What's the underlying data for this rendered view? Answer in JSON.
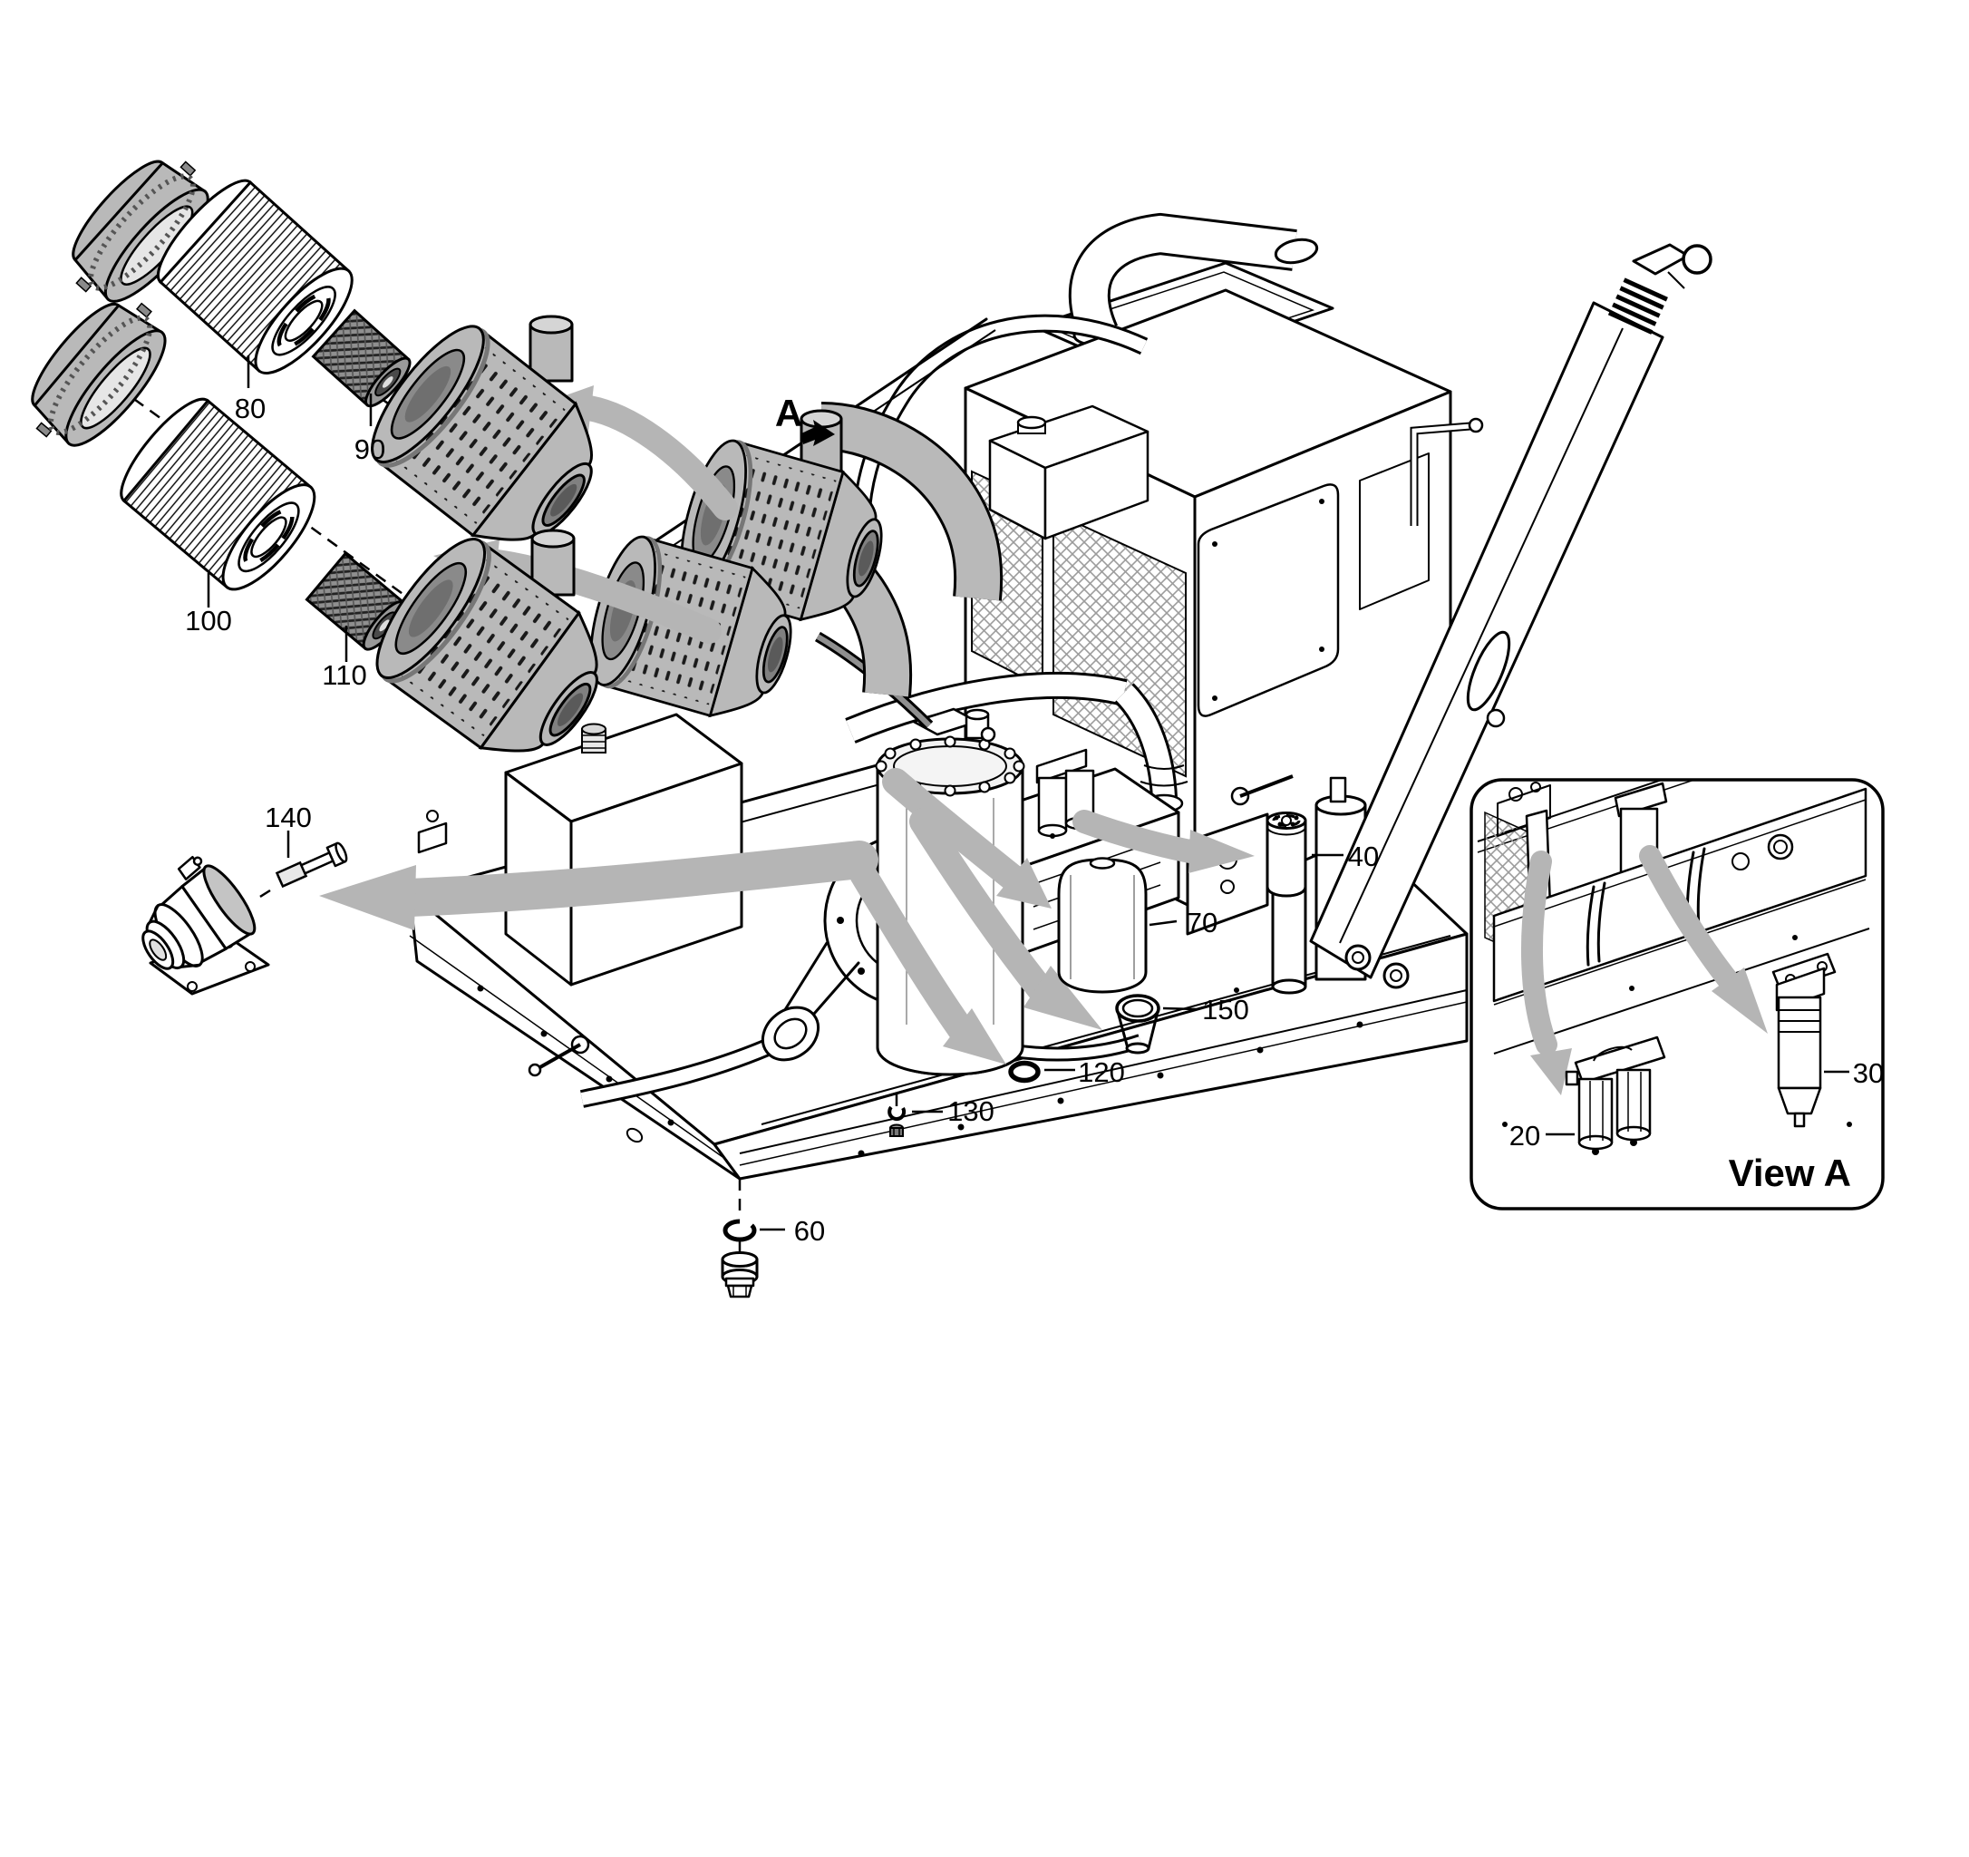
{
  "diagram": {
    "view_marker": "A",
    "inset_title": "View A",
    "labels": {
      "l20": "20",
      "l30": "30",
      "l40": "40",
      "l60": "60",
      "l70": "70",
      "l80": "80",
      "l90": "90",
      "l100": "100",
      "l110": "110",
      "l120": "120",
      "l130": "130",
      "l140": "140",
      "l150": "150"
    },
    "colors": {
      "line": "#000000",
      "part_gray": "#b9b9b9",
      "arrow_gray": "#b5b5b5",
      "background": "#ffffff"
    }
  }
}
